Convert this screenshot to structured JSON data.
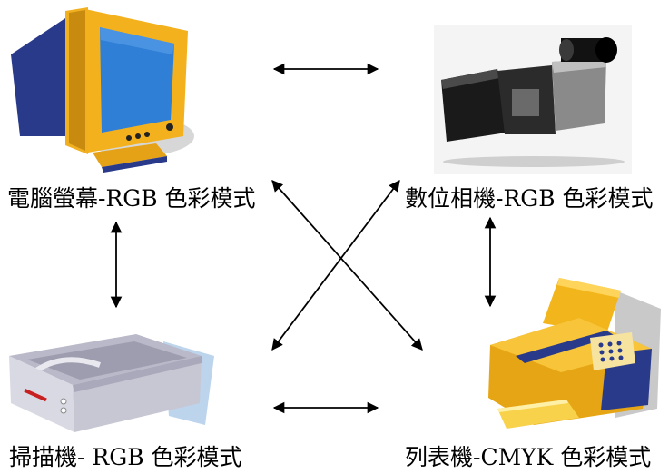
{
  "nodes": {
    "monitor": {
      "label": "電腦螢幕-RGB 色彩模式",
      "icon": "crt-monitor-icon"
    },
    "camera": {
      "label": "數位相機-RGB 色彩模式",
      "icon": "digital-camera-icon"
    },
    "scanner": {
      "label": "掃描機- RGB 色彩模式",
      "icon": "flatbed-scanner-icon"
    },
    "printer": {
      "label": "列表機-CMYK 色彩模式",
      "icon": "printer-icon"
    }
  },
  "colors": {
    "monitor_screen": "#2f7fd6",
    "monitor_frame": "#f0b020",
    "printer_body": "#f2b51c",
    "printer_dark": "#2a3a8a",
    "arrow": "#000000"
  }
}
